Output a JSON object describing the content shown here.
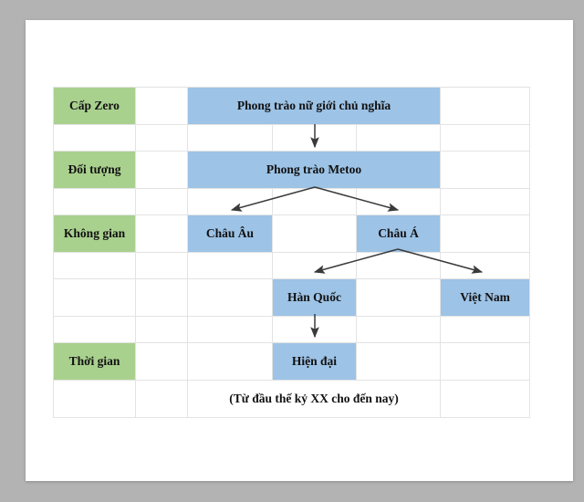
{
  "canvas": {
    "background_color": "#b3b3b3",
    "page_color": "#ffffff"
  },
  "palette": {
    "category_cell": "#a9d18e",
    "node_cell": "#9dc3e6",
    "grid_line": "#e3e3e3",
    "text": "#111111",
    "arrow": "#3a3a3a"
  },
  "diagram": {
    "type": "hierarchy-table",
    "columns": 6,
    "rows": 9,
    "categories": [
      {
        "label": "Cấp Zero",
        "row": 1
      },
      {
        "label": "Đối tượng",
        "row": 3
      },
      {
        "label": "Không gian",
        "row": 5
      },
      {
        "label": "Thời gian",
        "row": 8
      }
    ],
    "nodes": [
      {
        "id": "n1",
        "label": "Phong trào nữ giới chủ nghĩa",
        "row": 1,
        "col_start": 3,
        "col_span": 3
      },
      {
        "id": "n2",
        "label": "Phong trào Metoo",
        "row": 3,
        "col_start": 3,
        "col_span": 3
      },
      {
        "id": "n3",
        "label": "Châu Âu",
        "row": 5,
        "col_start": 3,
        "col_span": 1
      },
      {
        "id": "n4",
        "label": "Châu Á",
        "row": 5,
        "col_start": 5,
        "col_span": 1
      },
      {
        "id": "n5",
        "label": "Hàn Quốc",
        "row": 6,
        "col_start": 4,
        "col_span": 1
      },
      {
        "id": "n6",
        "label": "Việt Nam",
        "row": 6,
        "col_start": 6,
        "col_span": 1
      },
      {
        "id": "n7",
        "label": "Hiện đại",
        "row": 8,
        "col_start": 4,
        "col_span": 1
      }
    ],
    "footnote": {
      "label": "(Từ đầu thế kỷ XX cho đến nay)",
      "row": 9,
      "col_start": 3,
      "col_span": 3
    },
    "edges": [
      {
        "from": "n1",
        "to": "n2",
        "style": "straight-down"
      },
      {
        "from": "n2",
        "to": "n3",
        "style": "branch-left"
      },
      {
        "from": "n2",
        "to": "n4",
        "style": "branch-right"
      },
      {
        "from": "n4",
        "to": "n5",
        "style": "branch-left"
      },
      {
        "from": "n4",
        "to": "n6",
        "style": "branch-right"
      },
      {
        "from": "n5",
        "to": "n7",
        "style": "straight-down"
      }
    ]
  }
}
